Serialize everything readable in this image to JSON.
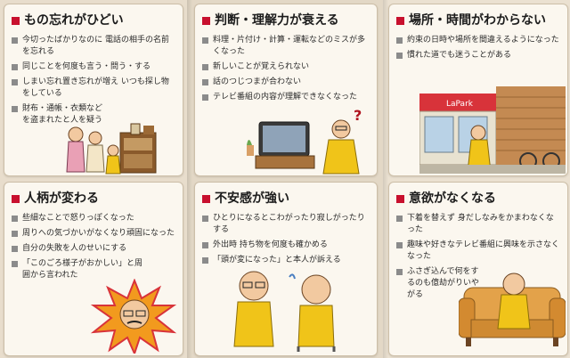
{
  "cards": [
    {
      "title": "もの忘れがひどい",
      "items": [
        "今切ったばかりなのに 電話の相手の名前を忘れる",
        "同じことを何度も言う・問う・する",
        "しまい忘れ置き忘れが増え いつも探し物をしている",
        "財布・通帳・衣類などを盗まれたと人を疑う"
      ]
    },
    {
      "title": "判断・理解力が衰える",
      "items": [
        "料理・片付け・計算・運転などのミスが多くなった",
        "新しいことが覚えられない",
        "話のつじつまが合わない",
        "テレビ番組の内容が理解できなくなった"
      ]
    },
    {
      "title": "場所・時間がわからない",
      "items": [
        "約束の日時や場所を間違えるようになった",
        "慣れた道でも迷うことがある"
      ]
    },
    {
      "title": "人柄が変わる",
      "items": [
        "些細なことで怒りっぽくなった",
        "周りへの気づかいがなくなり頑固になった",
        "自分の失敗を人のせいにする",
        "「このごろ様子がおかしい」と周囲から言われた"
      ]
    },
    {
      "title": "不安感が強い",
      "items": [
        "ひとりになるとこわがったり寂しがったりする",
        "外出時 持ち物を何度も確かめる",
        "「頭が変になった」と本人が訴える"
      ]
    },
    {
      "title": "意欲がなくなる",
      "items": [
        "下着を替えず 身だしなみをかまわなくなった",
        "趣味や好きなテレビ番組に興味を示さなくなった",
        "ふさぎ込んで何をするのも億劫がりいやがる"
      ]
    }
  ],
  "illustrations": {
    "store_sign": "LaPark",
    "question_mark": "?"
  },
  "colors": {
    "accent": "#c8102e",
    "bullet": "#8b8b8b",
    "card_bg": "#fbf7ef"
  }
}
